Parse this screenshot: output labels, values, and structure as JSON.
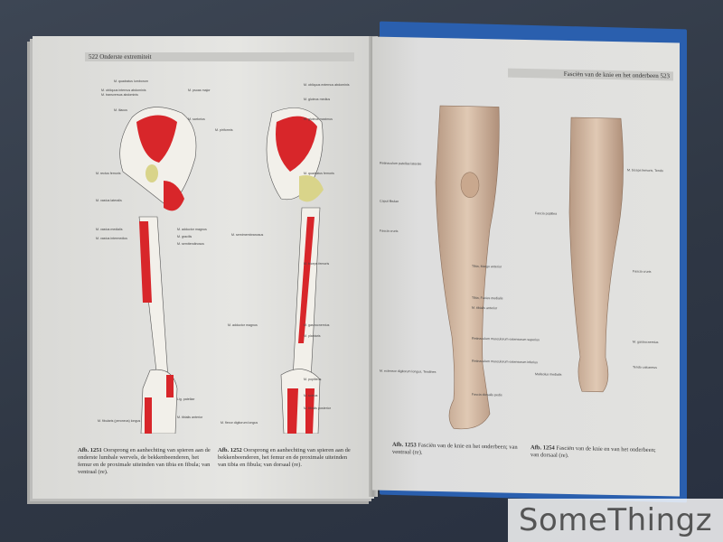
{
  "left_page": {
    "header": "522  Onderste extremiteit",
    "captions": [
      {
        "label": "Afb. 1251",
        "text": "Oorsprong en aanhechting van spieren aan de onderste lumbale wervels, de bekkenbeenderen, het femur en de proximale uiteinden van tibia en fibula; van ventraal (re)."
      },
      {
        "label": "Afb. 1252",
        "text": "Oorsprong en aanhechting van spieren aan de bekkenbeenderen, het femur en de proximale uiteinden van tibia en fibula; van dorsaal (re)."
      }
    ],
    "labels_fig1": [
      "M. quadratus lumborum",
      "M. obliquus internus abdominis",
      "M. transversus abdominis",
      "M. iliacus",
      "M. psoas major",
      "M. sartorius",
      "M. rectus femoris",
      "M. vastus lateralis",
      "M. vastus medialis",
      "M. vastus intermedius",
      "M. adductor magnus",
      "M. gracilis",
      "M. semitendinosus",
      "M. tibialis anterior",
      "M. fibularis (peroneus) longus",
      "Lig. patellae"
    ],
    "labels_fig2": [
      "M. obliquus externus abdominis",
      "M. gluteus medius",
      "M. gluteus maximus",
      "M. piriformis",
      "M. quadratus femoris",
      "M. biceps femoris",
      "M. semimembranosus",
      "M. adductor magnus",
      "M. gastrocnemius",
      "M. plantaris",
      "M. popliteus",
      "M. soleus",
      "M. tibialis posterior",
      "M. flexor digitorum longus"
    ]
  },
  "right_page": {
    "header": "Fasciën van de knie en het onderbeen  523",
    "captions": [
      {
        "label": "Afb. 1253",
        "text": "Fasciën van de knie en het onderbeen; van ventraal (re)."
      },
      {
        "label": "Afb. 1254",
        "text": "Fasciën van de knie en van het onderbeen; van dorsaal (re)."
      }
    ],
    "labels_fig3": [
      "Retinaculum patellae laterale",
      "Caput fibulae",
      "Fascia cruris",
      "Tibia, Margo anterior",
      "Tibia, Facies medialis",
      "M. tibialis anterior",
      "Retinaculum musculorum extensorum superius",
      "Retinaculum musculorum extensorum inferius",
      "M. extensor digitorum longus, Tendines",
      "Fascia dorsalis pedis"
    ],
    "labels_fig4": [
      "M. biceps femoris, Tendo",
      "Fascia poplitea",
      "Fascia cruris",
      "M. gastrocnemius",
      "Tendo calcaneus",
      "Malleolus medialis"
    ]
  },
  "watermark": "SomeThingz"
}
